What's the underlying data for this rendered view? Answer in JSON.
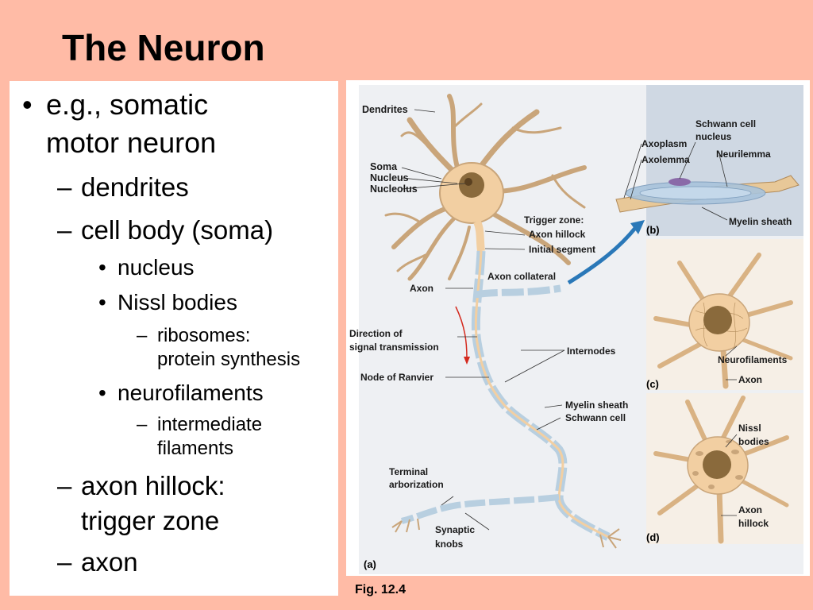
{
  "slide": {
    "title": "The Neuron",
    "caption": "Fig. 12.4"
  },
  "bullets": {
    "b1_line1": "e.g., somatic",
    "b1_line2": "motor neuron",
    "dendrites": "dendrites",
    "cell_body": "cell body (soma)",
    "nucleus": "nucleus",
    "nissl": "Nissl bodies",
    "ribosomes_l1": "ribosomes:",
    "ribosomes_l2": "protein synthesis",
    "neurofilaments": "neurofilaments",
    "intermediate_l1": "intermediate",
    "intermediate_l2": "filaments",
    "axon_hillock_l1": "axon hillock:",
    "axon_hillock_l2": "trigger zone",
    "axon": "axon"
  },
  "figure": {
    "dendrites": "Dendrites",
    "soma": "Soma",
    "nucleus": "Nucleus",
    "nucleolus": "Nucleolus",
    "trigger_zone": "Trigger zone:",
    "axon_hillock": "Axon hillock",
    "initial_segment": "Initial segment",
    "axon_collateral": "Axon collateral",
    "axon": "Axon",
    "direction_l1": "Direction of",
    "direction_l2": "signal transmission",
    "internodes": "Internodes",
    "node_of_ranvier": "Node of Ranvier",
    "myelin_sheath": "Myelin sheath",
    "schwann_cell": "Schwann cell",
    "terminal_l1": "Terminal",
    "terminal_l2": "arborization",
    "synaptic_l1": "Synaptic",
    "synaptic_l2": "knobs",
    "panel_a": "(a)",
    "b_schwann_l1": "Schwann cell",
    "b_schwann_l2": "nucleus",
    "b_axoplasm": "Axoplasm",
    "b_axolemma": "Axolemma",
    "b_neurilemma": "Neurilemma",
    "b_myelin": "Myelin sheath",
    "panel_b": "(b)",
    "c_neurofilaments": "Neurofilaments",
    "c_axon": "Axon",
    "panel_c": "(c)",
    "d_nissl_l1": "Nissl",
    "d_nissl_l2": "bodies",
    "d_hillock_l1": "Axon",
    "d_hillock_l2": "hillock",
    "panel_d": "(d)"
  },
  "colors": {
    "background": "#ffbba6",
    "neuron": "#f2cfa2",
    "myelin": "#b8cfe0",
    "nucleus": "#8a6a3c",
    "arrow": "#d42a1e"
  }
}
